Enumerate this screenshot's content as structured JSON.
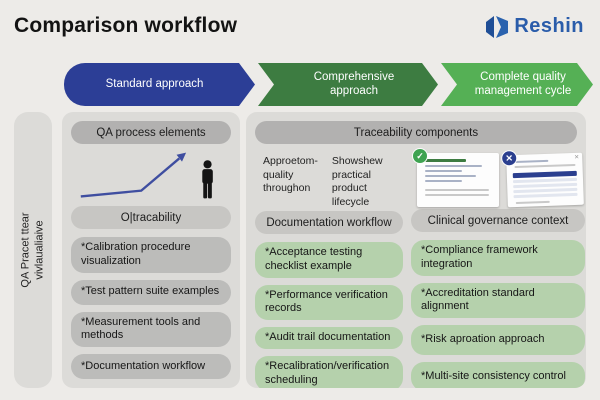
{
  "header": {
    "title": "Comparison workflow",
    "brand": "Reshin"
  },
  "banners": [
    {
      "label": "Standard approach",
      "color": "#2c3e96"
    },
    {
      "label": "Comprehensive approach",
      "color": "#3d7c41"
    },
    {
      "label": "Complete quality management cycle",
      "color": "#55b055"
    }
  ],
  "sidebar": {
    "line1": "QA Pracet ttear",
    "line2": "vivlaualiaive"
  },
  "col1": {
    "header": "QA process elements",
    "caption": "O|tracability",
    "items": [
      "*Calibration procedure visualization",
      "*Test pattern suite examples",
      "*Measurement tools and methods",
      "*Documentation workflow"
    ]
  },
  "trace": {
    "header": "Traceability components",
    "doc_col": {
      "note1": "Approetom-\nquality\nthroughon",
      "note2": "Showshew\npractical\nproduct\nlifecycle",
      "caption": "Documentation workflow",
      "items": [
        "*Acceptance testing checklist example",
        "*Performance verification records",
        "*Audit trail documentation",
        "*Recalibration/verification scheduling"
      ]
    },
    "gov_col": {
      "caption": "Clinical governance context",
      "items": [
        "*Compliance framework integration",
        "*Accreditation standard alignment",
        "*Risk aproation approach",
        "*Multi-site consistency control"
      ]
    }
  },
  "colors": {
    "background": "#edebe8",
    "panel": "#dcdbd8",
    "gray_pill": "#b2b1b0",
    "green_pill": "#b5d1ac",
    "brand_blue": "#2a5caa",
    "check_badge": "#3fa351",
    "x_badge": "#2b3f8f"
  }
}
